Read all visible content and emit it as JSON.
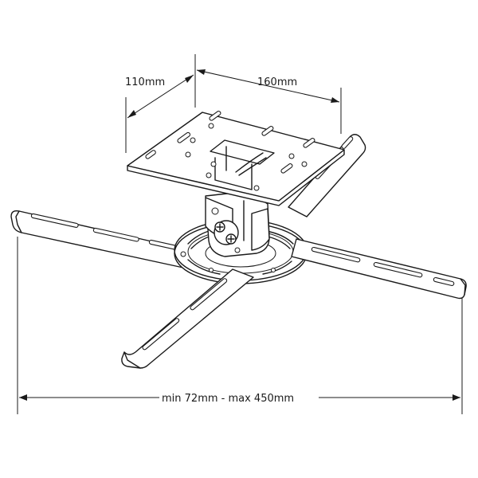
{
  "dimensions": {
    "plate_depth": "110mm",
    "plate_width": "160mm",
    "arm_span": "min 72mm - max 450mm"
  },
  "colors": {
    "line": "#1a1a1a",
    "background": "#ffffff"
  }
}
